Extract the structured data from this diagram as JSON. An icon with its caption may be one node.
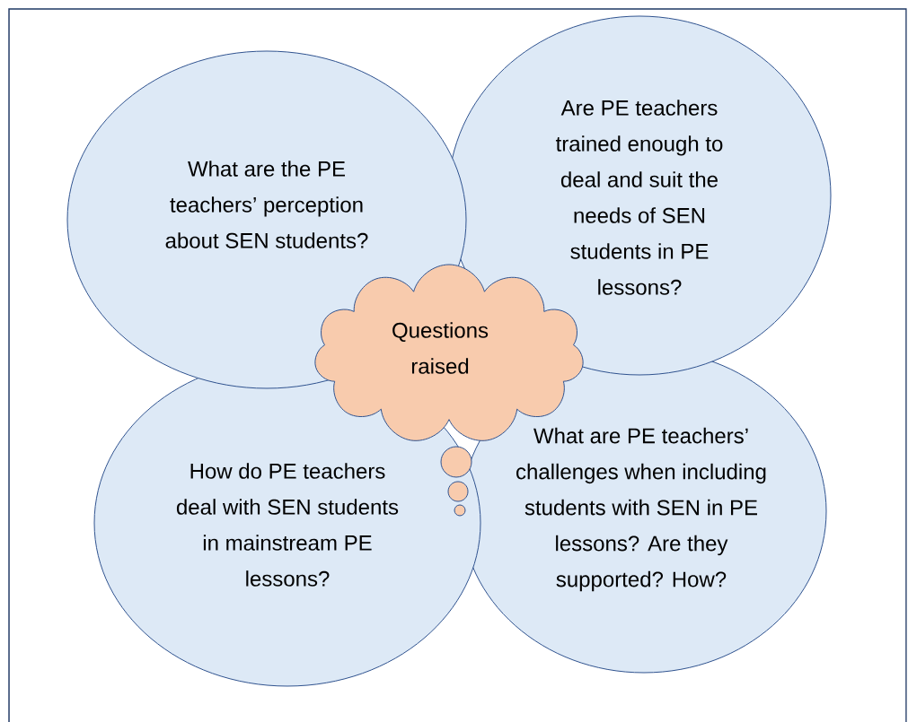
{
  "diagram": {
    "nodes": [
      {
        "text": [
          "What are the PE teachers’ perception about SEN students?"
        ]
      },
      {
        "text": [
          "Are PE teachers trained enough to deal and suit the needs of SEN students  in PE lessons?"
        ]
      },
      {
        "text": [
          "Questions raised"
        ]
      },
      {
        "text": [
          "How do PE teachers deal with SEN students in mainstream PE lessons?"
        ]
      },
      {
        "text": [
          "What are PE teachers’ challenges when including students with SEN in PE lessons? Are they supported? How?"
        ]
      }
    ]
  }
}
